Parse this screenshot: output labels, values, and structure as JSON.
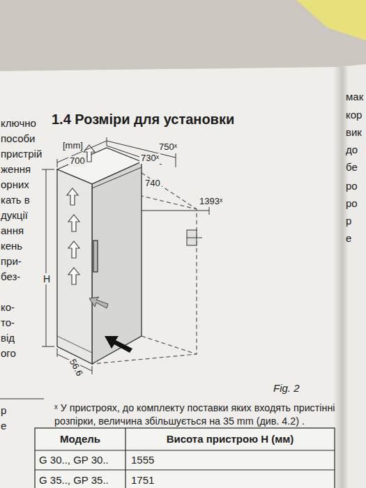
{
  "diagram": {
    "title": "1.4 Розміри для установки",
    "caption": "Fig. 2",
    "labels": [
      "ключно",
      "пособи",
      "пристрій",
      "ження",
      "орних",
      "кать в",
      "дукції",
      "ання",
      "кень",
      "при-",
      "без-",
      "ко-",
      "то-",
      "від",
      "ого",
      "р",
      "е",
      "мак",
      "кор",
      "вик",
      "до",
      "бе",
      "ро",
      "ро",
      "р",
      "е",
      "[mm]",
      "700",
      "750ˣ",
      "730ˣ",
      "740",
      "1393ˣ",
      "H",
      "56.6",
      "ˣ У пристроях, до комплекту поставки яких входять пристінні розпірки, величина збільшується на 35 mm (див. 4.2) .",
      "Модель",
      "Висота пристрою H (мм)",
      "G 30.., GP 30..",
      "1555",
      "G 35.., GP 35..",
      "1751"
    ]
  }
}
